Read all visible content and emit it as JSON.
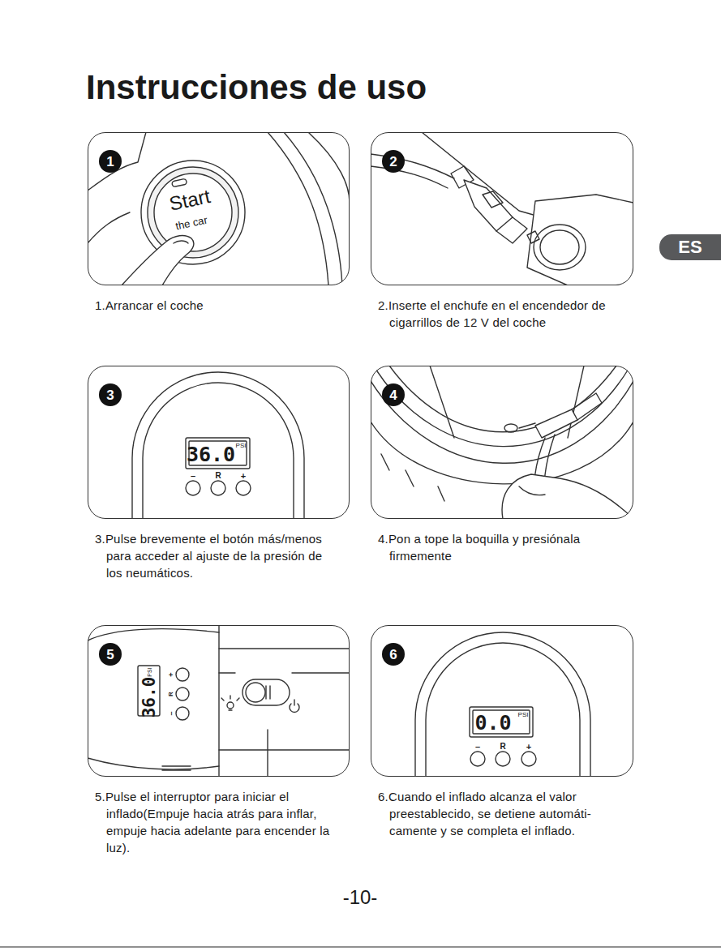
{
  "diagram": {
    "title": "Instrucciones de uso",
    "nodes": [
      {
        "text": [
          "1.Arrancar el coche"
        ]
      },
      {
        "text": [
          "1"
        ],
        "in": 0
      },
      {
        "text": [
          "2.Inserte el enchufe en el encendedor de cigarrillos de 12 V del coche"
        ]
      },
      {
        "text": [
          "2"
        ],
        "in": 2
      },
      {
        "text": [
          "3.Pulse brevemente el botón más/menos para acceder al ajuste de la presión de los neumáticos."
        ]
      },
      {
        "text": [
          "3"
        ],
        "in": 4
      },
      {
        "text": [
          "4.Pon a tope la boquilla y presiónala firmemente"
        ]
      },
      {
        "text": [
          "4"
        ],
        "in": 6
      },
      {
        "text": [
          "5.Pulse el interruptor para iniciar el inflado(Empuje hacia atrás para inflar, empuje hacia adelante para encender la luz)."
        ]
      },
      {
        "text": [
          "5"
        ],
        "in": 8
      },
      {
        "text": [
          "6.Cuando el inflado alcanza el valor preestablecido, se detiene automáti- camente y se completa el inflado."
        ]
      },
      {
        "text": [
          "6"
        ],
        "in": 10
      },
      {
        "text": [
          "ES"
        ]
      }
    ],
    "labels": [
      "Start",
      "the car",
      "36.0",
      "PSI",
      "–",
      "R",
      "+",
      "36.0",
      "PSI",
      "+",
      "R",
      "–",
      "0.0",
      "PSI",
      "–",
      "R",
      "+",
      "-10-"
    ]
  }
}
